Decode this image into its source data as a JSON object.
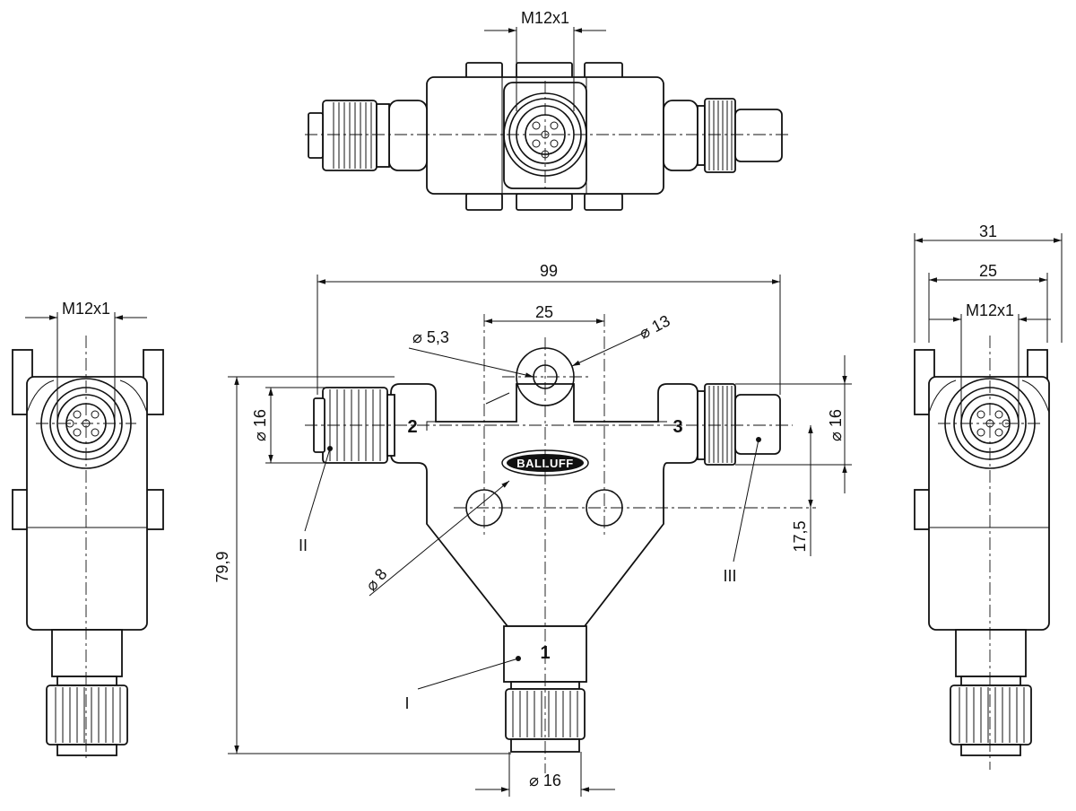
{
  "brand": {
    "logo_text": "BALLUFF"
  },
  "top_view": {
    "thread_label": "M12x1"
  },
  "front_view": {
    "overall_width": "99",
    "mount_hole_spacing": "25",
    "mount_hole_small_dia": "⌀ 5,3",
    "mount_hole_large_dia": "⌀ 13",
    "lower_hole_dia": "⌀ 8",
    "connector_left_dia": "⌀ 16",
    "connector_right_dia": "⌀ 16",
    "connector_bottom_dia": "⌀ 16",
    "overall_height": "79,9",
    "lower_offset": "17,5",
    "port_numbers": {
      "port1": "1",
      "port2": "2",
      "port3": "3"
    },
    "callouts": {
      "port1": "I",
      "port2": "II",
      "port3": "III"
    }
  },
  "left_view": {
    "thread_label": "M12x1"
  },
  "right_view": {
    "width_outer": "31",
    "width_inner": "25",
    "thread_label": "M12x1"
  }
}
